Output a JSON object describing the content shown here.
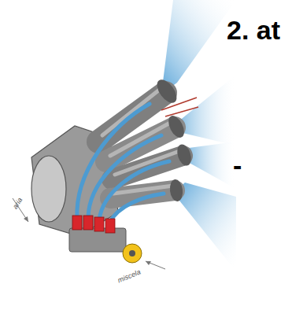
{
  "diagram": {
    "title": "2. at",
    "labels": [
      "-",
      "aria",
      "miscela"
    ]
  }
}
